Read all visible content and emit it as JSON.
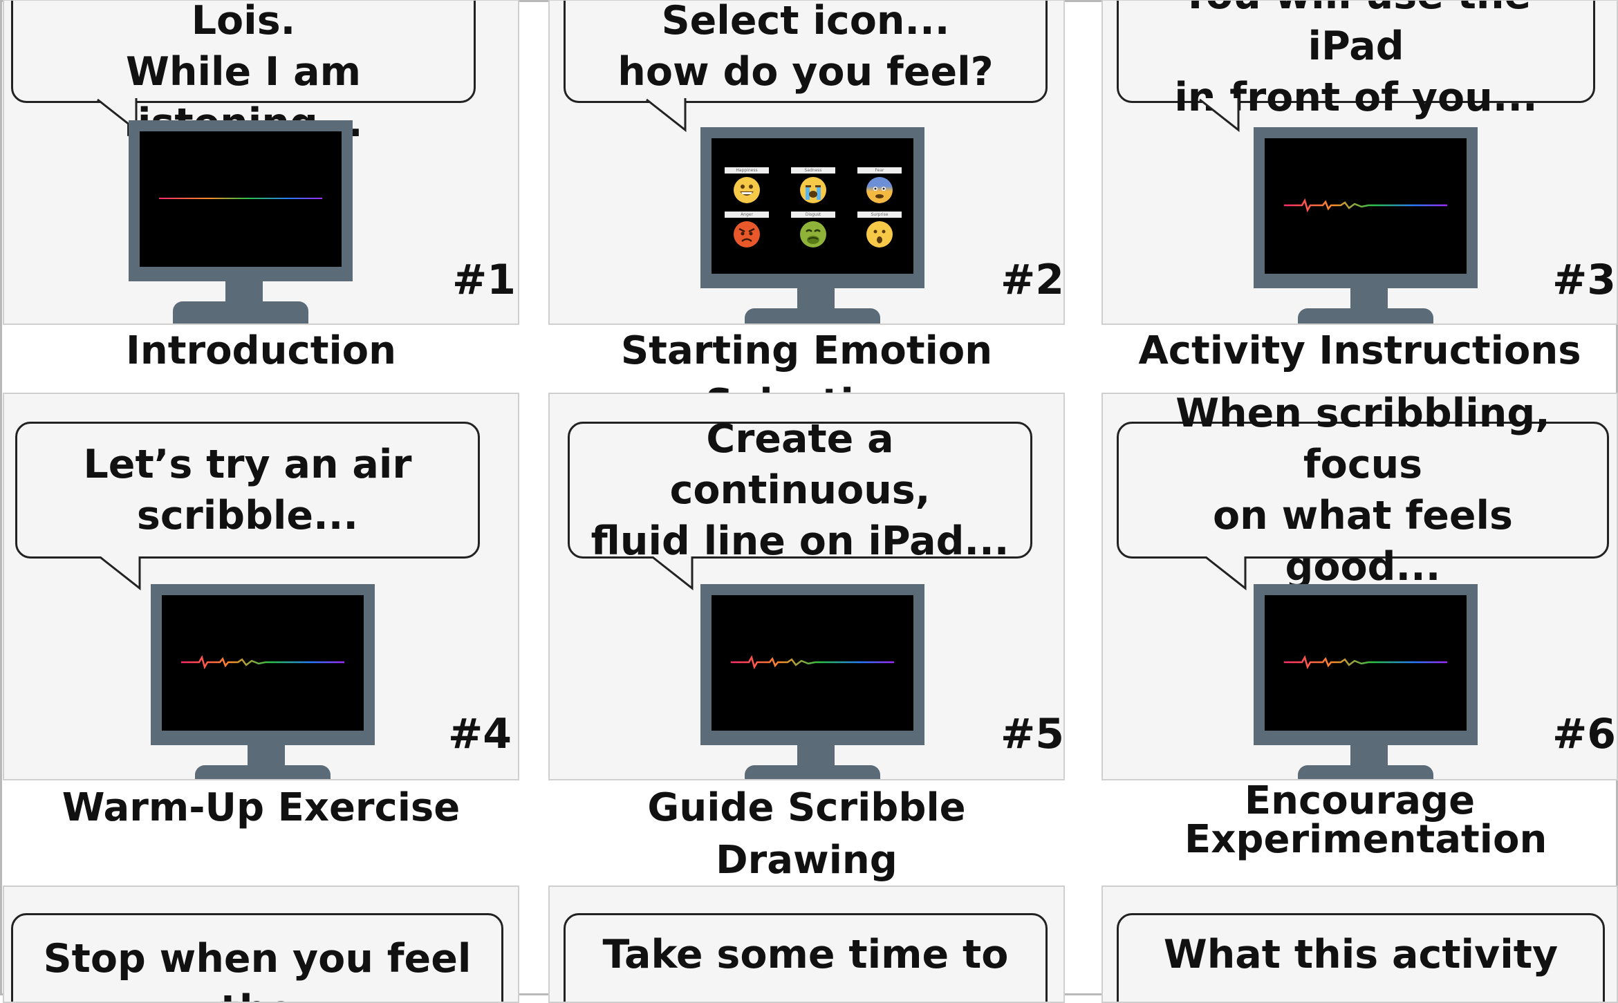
{
  "panels": [
    {
      "number": "#1",
      "speech": "Hi, my name is Lois.\nWhile I am listening...",
      "caption": "Introduction"
    },
    {
      "number": "#2",
      "speech": "Select icon...\nhow do you feel?",
      "caption": "Starting Emotion Selection"
    },
    {
      "number": "#3",
      "speech": "You will use the iPad\nin front of you...",
      "caption": "Activity Instructions"
    },
    {
      "number": "#4",
      "speech": "Let’s try an air\nscribble...",
      "caption": "Warm-Up Exercise"
    },
    {
      "number": "#5",
      "speech": "Create a continuous,\nfluid line on iPad...",
      "caption": "Guide Scribble Drawing"
    },
    {
      "number": "#6",
      "speech": "When scribbling, focus\non what feels good...",
      "caption": "Encourage Experimentation"
    },
    {
      "number": "",
      "speech": "Stop when you feel the",
      "caption": ""
    },
    {
      "number": "",
      "speech": "Take some time to",
      "caption": ""
    },
    {
      "number": "",
      "speech": "What this activity",
      "caption": ""
    }
  ],
  "emotions": [
    {
      "label": "Happiness",
      "icon": "grinning-face-icon",
      "color": "#f7c948"
    },
    {
      "label": "Sadness",
      "icon": "crying-face-icon",
      "color": "#f7c948"
    },
    {
      "label": "Fear",
      "icon": "fearful-face-icon",
      "color": "#f4b942"
    },
    {
      "label": "Anger",
      "icon": "angry-face-icon",
      "color": "#e8582a"
    },
    {
      "label": "Disgust",
      "icon": "nauseated-face-icon",
      "color": "#8fb339"
    },
    {
      "label": "Surprise",
      "icon": "astonished-face-icon",
      "color": "#f7c948"
    }
  ],
  "colors": {
    "panel_bg": "#f5f5f5",
    "monitor": "#5b6b78",
    "screen": "#000000",
    "bubble_border": "#222222"
  }
}
